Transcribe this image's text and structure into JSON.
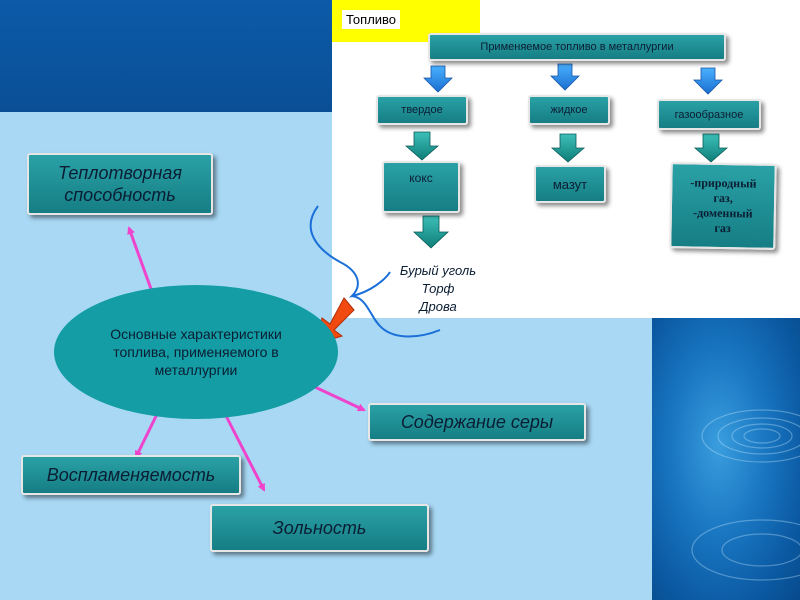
{
  "fuel_header": "Топливо",
  "main_box": "Применяемое топливо в металлургии",
  "categories": [
    "твердое",
    "жидкое",
    "газообразное"
  ],
  "items": {
    "koks": "кокс",
    "mazut": "мазут",
    "gas_line1": "-природный",
    "gas_line2": "газ,",
    "gas_line3": "-доменный",
    "gas_line4": "газ"
  },
  "solid_fuels": [
    "Бурый уголь",
    "Торф",
    "Дрова"
  ],
  "ellipse_text": "Основные характеристики топлива, применяемого в металлургии",
  "characteristics": {
    "heat": "Теплотворная способность",
    "sulfur": "Содержание серы",
    "flammability": "Воспламеняемость",
    "ash": "Зольность"
  }
}
